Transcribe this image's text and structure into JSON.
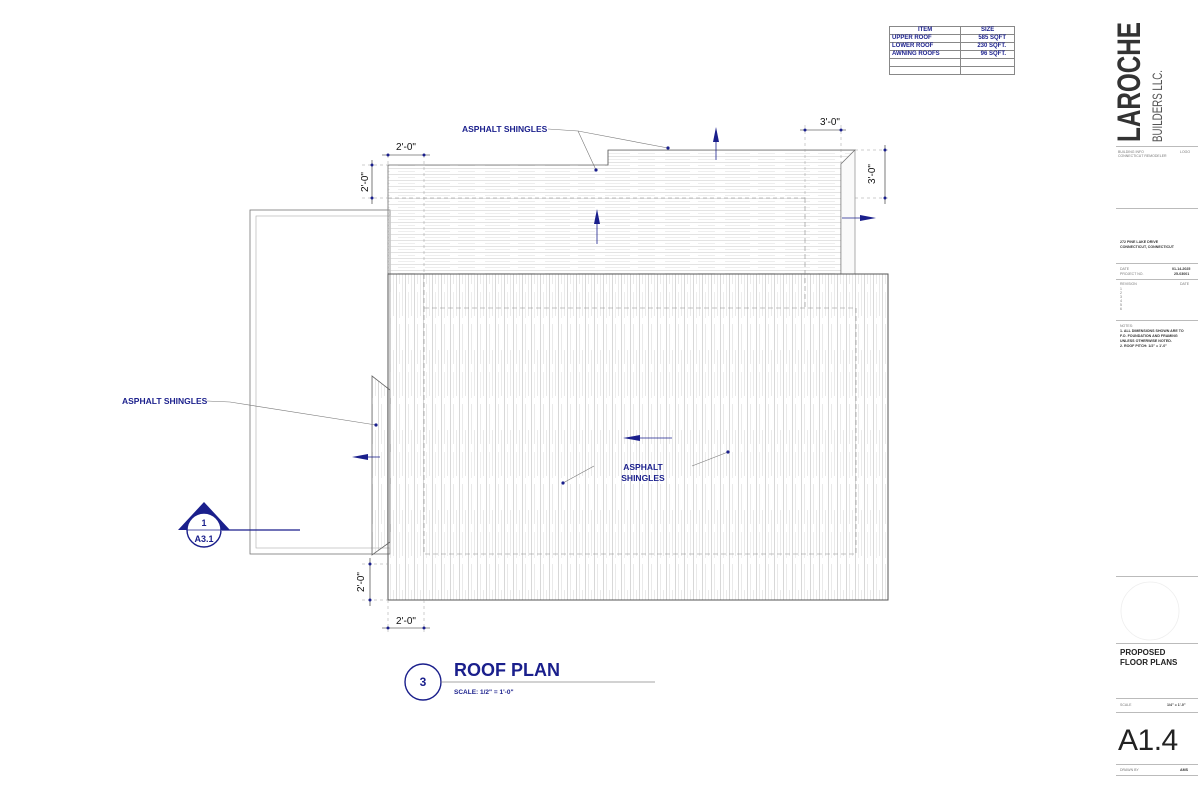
{
  "area_table": {
    "headers": [
      "ITEM",
      "SIZE"
    ],
    "rows": [
      {
        "item": "UPPER ROOF",
        "size": "585 SQFT"
      },
      {
        "item": "LOWER ROOF",
        "size": "230 SQFT."
      },
      {
        "item": "AWNING ROOFS",
        "size": "96 SQFT."
      }
    ]
  },
  "annotations": {
    "shingles_top": "ASPHALT SHINGLES",
    "shingles_left": "ASPHALT SHINGLES",
    "shingles_center_1": "ASPHALT",
    "shingles_center_2": "SHINGLES"
  },
  "dimensions": {
    "top_left": "2'-0\"",
    "left_upper": "2'-0\"",
    "top_right": "3'-0\"",
    "right_upper": "3'-0\"",
    "left_lower": "2'-0\"",
    "bottom_left": "2'-0\""
  },
  "section_marker": {
    "number": "1",
    "sheet": "A3.1"
  },
  "title": {
    "number": "3",
    "name": "ROOF PLAN",
    "scale": "SCALE:  1/2\" = 1'-0\""
  },
  "title_block": {
    "company_main": "LAROCHE",
    "company_sub": "BUILDERS LLC.",
    "logo_note_left_1": "BUILDING INFO",
    "logo_note_left_2": "CONNECTICUT REMODELER",
    "logo_note_right": "LOGO",
    "address_1": "272 PINE LAKE DRIVE",
    "address_2": "CONNECTICUT, CONNECTICUT",
    "date_label": "DATE",
    "date_value": "01-14-2025",
    "project_label": "PROJECT NO.",
    "project_value": "25-03001",
    "revision_label": "REVISION",
    "revision_date": "DATE",
    "revision_numbers": [
      "1",
      "2",
      "3",
      "4",
      "5",
      "6"
    ],
    "notes_label": "NOTES:",
    "note_1a": "1.   ALL DIMENSIONS SHOWN ARE TO",
    "note_1b": "      F.O. FOUNDATION AND FRAMING",
    "note_1c": "      UNLESS OTHERWISE NOTED.",
    "note_2": "2.   ROOF PITCH: 1/2\" = 1'-0\"",
    "sheet_title_1": "PROPOSED",
    "sheet_title_2": "FLOOR PLANS",
    "scale_label": "SCALE",
    "scale_value": "1/4\" = 1'-0\"",
    "sheet_number": "A1.4",
    "drawn_label": "DRAWN BY",
    "drawn_value": "AMS"
  }
}
